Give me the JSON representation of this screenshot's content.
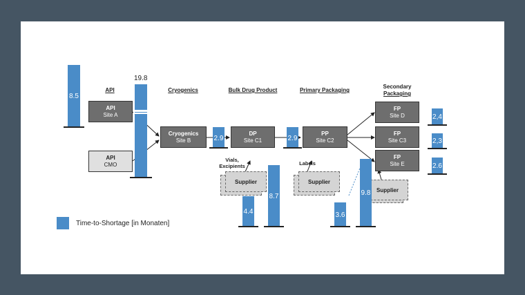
{
  "headers": {
    "api": "API",
    "cryogenics": "Cryogenics",
    "bulk": "Bulk Drug Product",
    "primary": "Primary Packaging",
    "secondary_1": "Secondary",
    "secondary_2": "Packaging"
  },
  "boxes": {
    "api_site_a": {
      "title": "API",
      "sub": "Site A"
    },
    "api_cmo": {
      "title": "API",
      "sub": "CMO"
    },
    "cryo_site_b": {
      "title": "Cryogenics",
      "sub": "Site B"
    },
    "dp_site_c1": {
      "title": "DP",
      "sub": "Site C1"
    },
    "pp_site_c2": {
      "title": "PP",
      "sub": "Site C2"
    },
    "fp_site_d": {
      "title": "FP",
      "sub": "Site D"
    },
    "fp_site_c3": {
      "title": "FP",
      "sub": "Site C3"
    },
    "fp_site_e": {
      "title": "FP",
      "sub": "Site E"
    }
  },
  "suppliers": {
    "s1": "Supplier",
    "s2": "Supplier",
    "s3": "Supplier"
  },
  "notes": {
    "vials_1": "Vials,",
    "vials_2": "Excipients",
    "labels": "Labels"
  },
  "bars": {
    "api_left": "8.5",
    "api_tall": "19.8",
    "after_cryo": "2.9",
    "after_dp": "2.9",
    "vials": "4.4",
    "supplier_dp": "8.7",
    "labels": "3.6",
    "supplier_e": "9.8",
    "site_d": "2,4",
    "site_c3": "2,3",
    "site_e": "2.6"
  },
  "legend": "Time-to-Shortage [in Monaten]",
  "colors": {
    "bar": "#4a8cc8",
    "box_dark": "#6e6e6e",
    "box_light": "#e0e0e0",
    "frame": "#455563"
  }
}
